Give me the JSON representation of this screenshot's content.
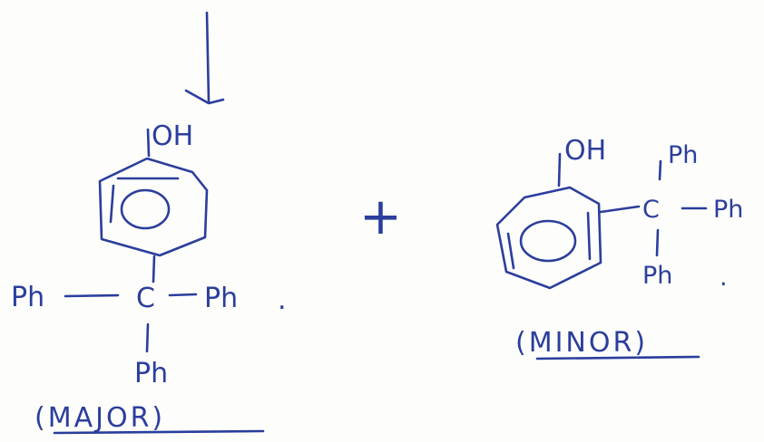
{
  "colors": {
    "ink": "#2b3e9c",
    "paper": "#fdfdfb"
  },
  "major": {
    "oh_label": "OH",
    "ph_left": "Ph",
    "carbon": "C",
    "ph_right": "Ph",
    "ph_bottom": "Ph",
    "dot": ".",
    "caption": "(MAJOR)"
  },
  "plus": "+",
  "minor": {
    "oh_label": "OH",
    "ph_top": "Ph",
    "carbon": "C",
    "ph_right": "Ph",
    "ph_bottom": "Ph",
    "dot": ".",
    "caption": "(MINOR)"
  }
}
